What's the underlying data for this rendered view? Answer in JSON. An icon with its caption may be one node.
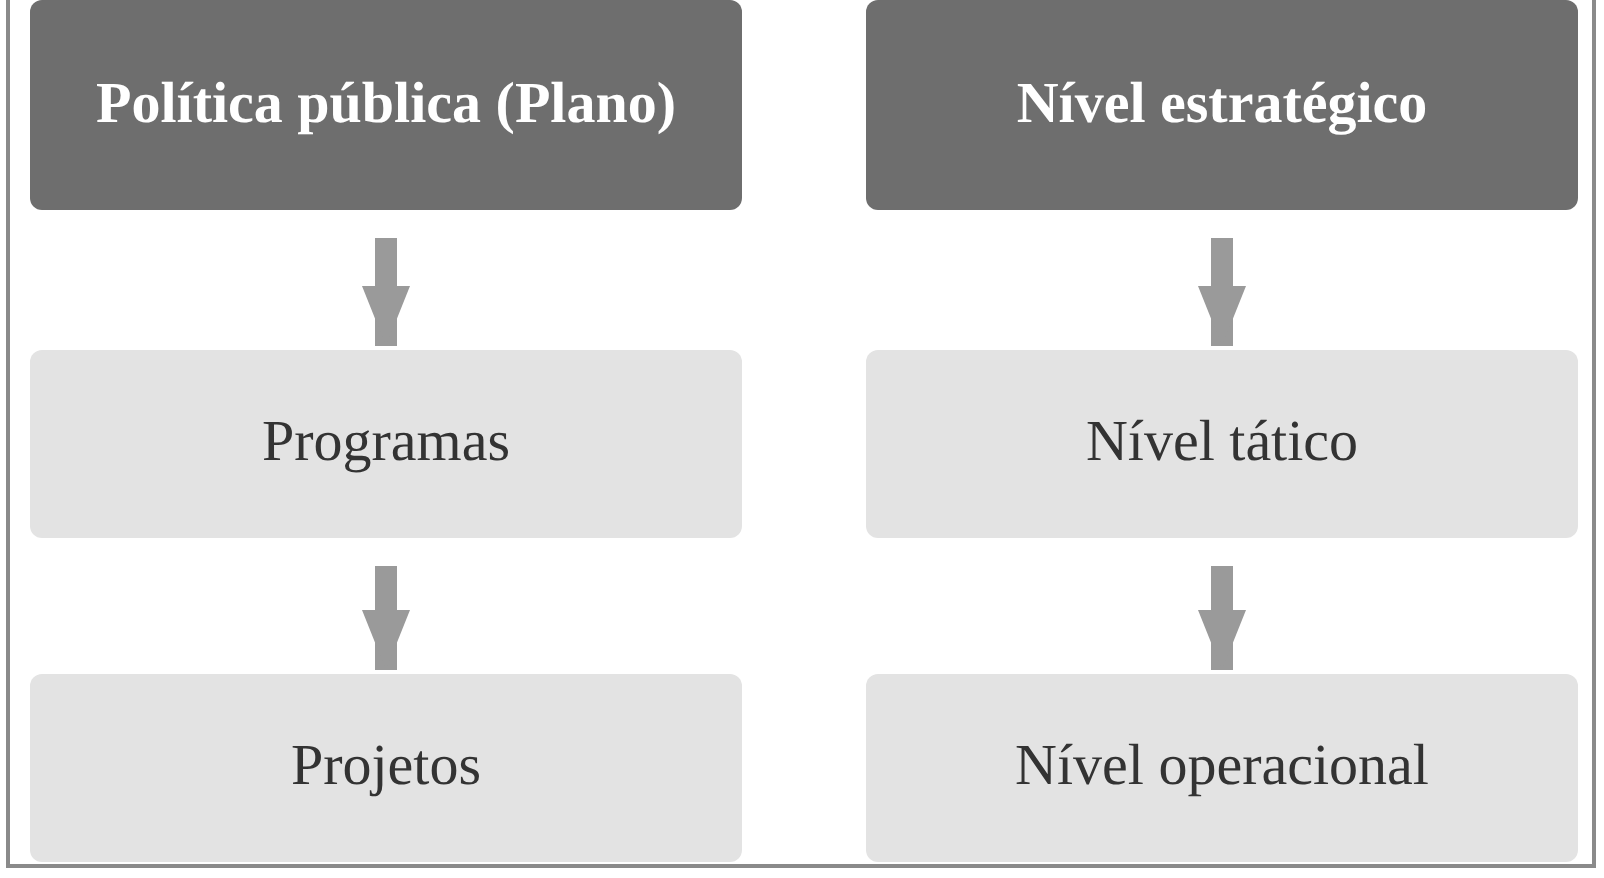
{
  "diagram": {
    "nodes": [
      {
        "text": [
          "Política pública (Plano)"
        ]
      },
      {
        "text": [
          "Nível estratégico"
        ]
      },
      {
        "text": [
          "Programas"
        ]
      },
      {
        "text": [
          "Nível tático"
        ]
      },
      {
        "text": [
          "Projetos"
        ]
      },
      {
        "text": [
          "Nível operacional"
        ]
      }
    ],
    "edges": [
      {
        "from": 0,
        "to": 2,
        "arrow": "to"
      },
      {
        "from": 2,
        "to": 4,
        "arrow": "to"
      },
      {
        "from": 1,
        "to": 3,
        "arrow": "to"
      },
      {
        "from": 3,
        "to": 5,
        "arrow": "to"
      }
    ]
  }
}
